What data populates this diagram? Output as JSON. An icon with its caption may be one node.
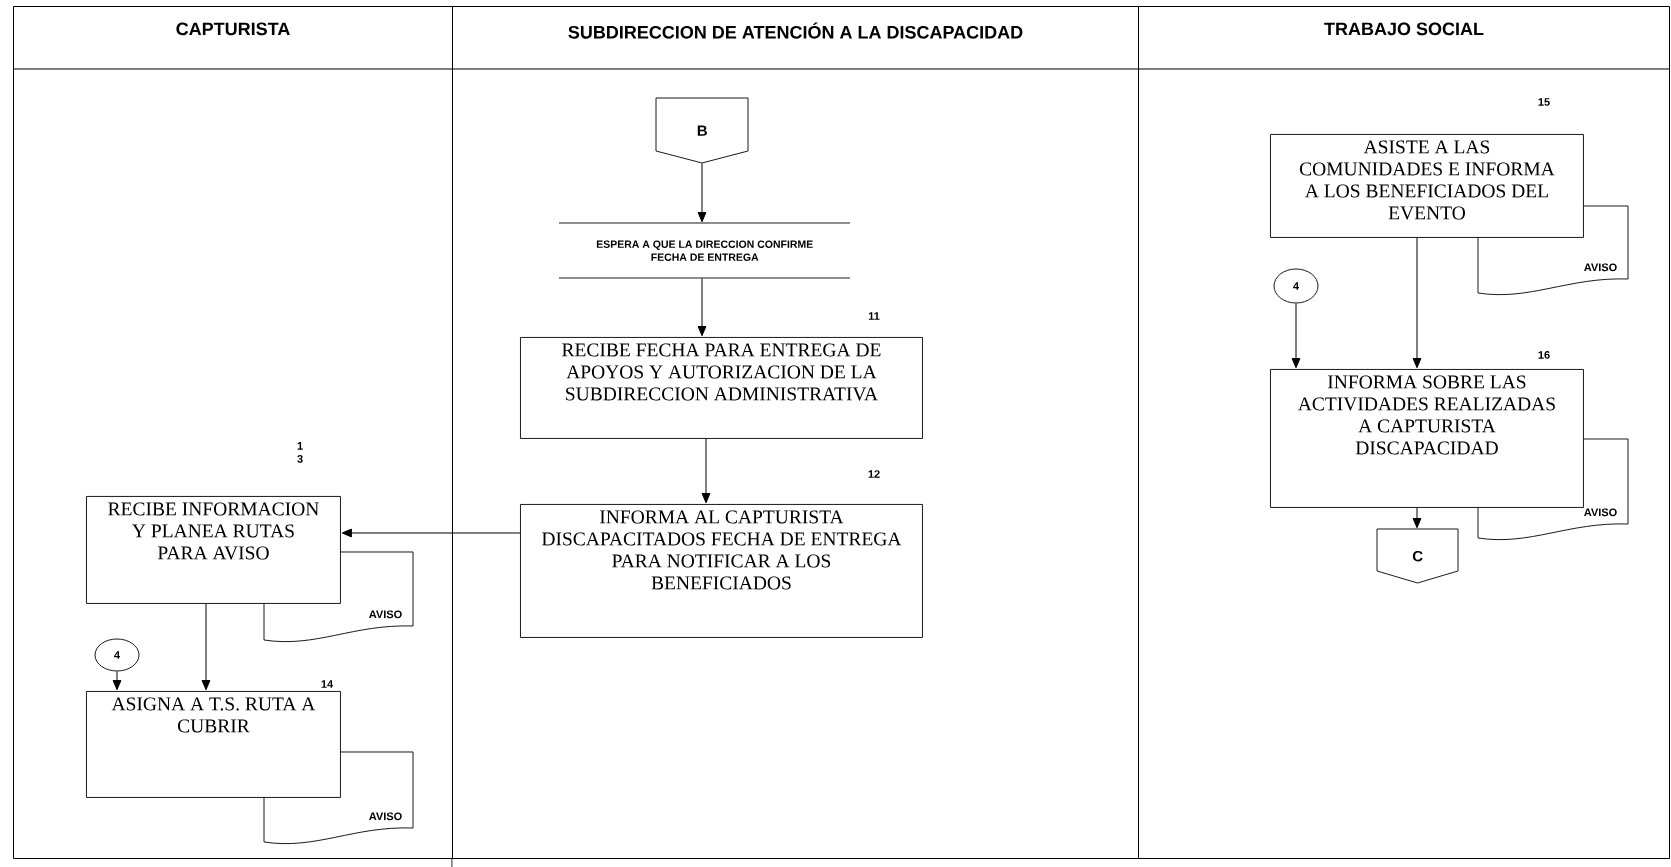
{
  "diagram": {
    "nodes": [
      {
        "text": [
          "CAPTURISTA"
        ]
      },
      {
        "text": [
          "SUBDIRECCION DE ATENCIÓN A LA DISCAPACIDAD"
        ]
      },
      {
        "text": [
          "TRABAJO SOCIAL"
        ]
      },
      {
        "text": [
          "RECIBE INFORMACION Y PLANEA RUTAS PARA AVISO"
        ],
        "beside": [
          "1 3"
        ],
        "in": 0
      },
      {
        "text": [
          "AVISO"
        ],
        "in": 0
      },
      {
        "text": [
          "4"
        ],
        "in": 0
      },
      {
        "text": [
          "ASIGNA A T.S. RUTA A CUBRIR"
        ],
        "beside": [
          "14"
        ],
        "in": 0
      },
      {
        "text": [
          "AVISO"
        ],
        "in": 0
      },
      {
        "text": [
          "B"
        ],
        "in": 1
      },
      {
        "text": [
          "ESPERA A QUE LA DIRECCION CONFIRME FECHA DE ENTREGA"
        ],
        "in": 1
      },
      {
        "text": [
          "RECIBE FECHA PARA ENTREGA DE APOYOS Y AUTORIZACION DE LA SUBDIRECCION ADMINISTRATIVA"
        ],
        "beside": [
          "11"
        ],
        "in": 1
      },
      {
        "text": [
          "INFORMA AL CAPTURISTA DISCAPACITADOS FECHA DE ENTREGA PARA NOTIFICAR A LOS BENEFICIADOS"
        ],
        "beside": [
          "12"
        ],
        "in": 1
      },
      {
        "text": [
          "ASISTE A LAS COMUNIDADES E INFORMA A LOS BENEFICIADOS DEL EVENTO"
        ],
        "beside": [
          "15"
        ],
        "in": 2
      },
      {
        "text": [
          "AVISO"
        ],
        "in": 2
      },
      {
        "text": [
          "4"
        ],
        "in": 2
      },
      {
        "text": [
          "INFORMA SOBRE LAS ACTIVIDADES REALIZADAS A CAPTURISTA DISCAPACIDAD"
        ],
        "beside": [
          "16"
        ],
        "in": 2
      },
      {
        "text": [
          "AVISO"
        ],
        "in": 2
      },
      {
        "text": [
          "C"
        ],
        "in": 2
      }
    ],
    "edges": [
      {
        "from": 8,
        "to": 9,
        "arrow": "to"
      },
      {
        "from": 9,
        "to": 10,
        "arrow": "to"
      },
      {
        "from": 10,
        "to": 11,
        "arrow": "to"
      },
      {
        "from": 11,
        "to": 3,
        "arrow": "to"
      },
      {
        "from": 3,
        "to": 6,
        "arrow": "to"
      },
      {
        "from": 5,
        "to": 6,
        "arrow": "to"
      },
      {
        "from": 12,
        "to": 15,
        "arrow": "to"
      },
      {
        "from": 14,
        "to": 15,
        "arrow": "to"
      },
      {
        "from": 15,
        "to": 17,
        "arrow": "to"
      }
    ]
  }
}
